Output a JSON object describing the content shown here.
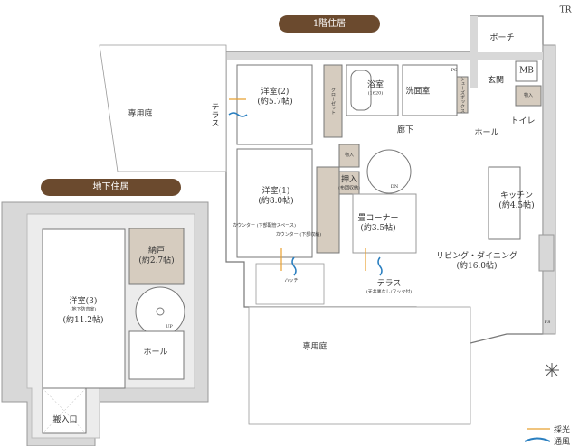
{
  "headers": {
    "first_floor": "1階住居",
    "basement": "地下住居"
  },
  "first_floor": {
    "western_room_2": {
      "name": "洋室(2)",
      "size": "(約5.7帖)"
    },
    "western_room_1": {
      "name": "洋室(1)",
      "size": "(約8.0帖)"
    },
    "bathroom": {
      "name": "浴室",
      "note": "(1620)"
    },
    "washroom": "洗面室",
    "corridor": "廊下",
    "closet": "押入",
    "closet_note": "(布団収納)",
    "tatami": {
      "name": "畳コーナー",
      "size": "(約3.5帖)"
    },
    "storage": "物入",
    "kitchen": {
      "name": "キッチン",
      "size": "(約4.5帖)"
    },
    "living": {
      "name": "リビング・ダイニング",
      "size": "(約16.0帖)"
    },
    "entrance": "玄関",
    "porch": "ポーチ",
    "mb": "MB",
    "tr": "TR",
    "toilet": "トイレ",
    "hall": "ホール",
    "terrace_side": "テラス",
    "terrace": {
      "name": "テラス",
      "note": "(天井裏なし/フック付)"
    },
    "garden_upper": "専用庭",
    "garden_lower": "専用庭",
    "walk_in": "クローゼット",
    "shoes": "シューズボックス",
    "counter1": "カウンター (下部配管スペース)",
    "counter2": "カウンター (下部収納)",
    "hatch": "ハッチ",
    "ps": "PS",
    "up": "UP",
    "dn": "DN"
  },
  "basement": {
    "western_room_3": {
      "name": "洋室(3)",
      "note": "(地下防音室)",
      "size": "(約11.2帖)"
    },
    "storeroom": {
      "name": "納戸",
      "size": "(約2.7帖)"
    },
    "hall": "ホール",
    "loading": "搬入口"
  },
  "legend": {
    "light": "採光",
    "wind": "通風",
    "light_color": "#e8a030",
    "wind_color": "#2a7fc0"
  },
  "colors": {
    "header": "#6b4a2e",
    "wall": "#d8d8d8",
    "storage": "#d6ccbf"
  }
}
